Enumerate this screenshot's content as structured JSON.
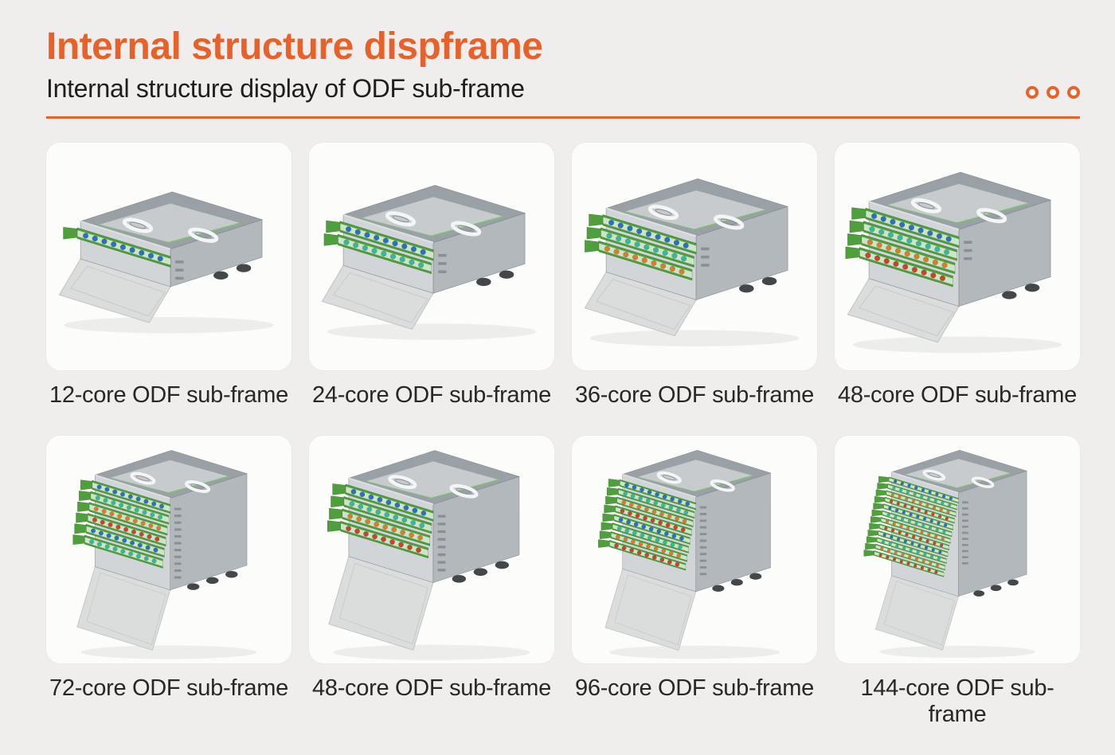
{
  "header": {
    "title": "Internal structure dispframe",
    "subtitle": "Internal structure display of ODF sub-frame",
    "dots_icon": "three-ring-dots",
    "accent_color": "#e8632a"
  },
  "palette": {
    "accent": "#e8632a",
    "chassis_top": "#9aa1a6",
    "chassis_plate": "#c7cbce",
    "chassis_right": "#b3b8bc",
    "chassis_front": "#d2d5d7",
    "door_gray": "#dadddb",
    "tray_green": "#4f9f3d",
    "tray_green_dark": "#3e7f31",
    "row_cycle": [
      "#2e6fc0",
      "#3cb59c",
      "#d87c33",
      "#c9432e"
    ]
  },
  "products": [
    {
      "caption": "12-core ODF sub-frame",
      "trays": 1,
      "depth": "shallow"
    },
    {
      "caption": "24-core ODF sub-frame",
      "trays": 2,
      "depth": "shallow"
    },
    {
      "caption": "36-core ODF sub-frame",
      "trays": 3,
      "depth": "shallow"
    },
    {
      "caption": "48-core ODF sub-frame",
      "trays": 4,
      "depth": "shallow"
    },
    {
      "caption": "72-core ODF sub-frame",
      "trays": 6,
      "depth": "deep"
    },
    {
      "caption": "48-core ODF sub-frame",
      "trays": 4,
      "depth": "deep"
    },
    {
      "caption": "96-core ODF sub-frame",
      "trays": 8,
      "depth": "deep"
    },
    {
      "caption": "144-core ODF sub-frame",
      "trays": 12,
      "depth": "deep"
    }
  ]
}
